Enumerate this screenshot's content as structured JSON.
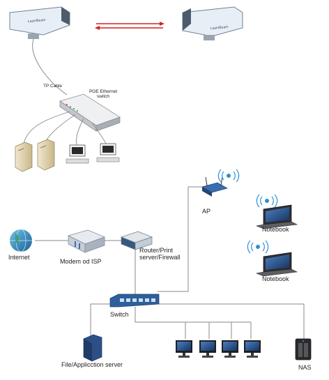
{
  "labels": {
    "tp_cable": "TP Cable",
    "poe_switch_line1": "POE Ethernet",
    "poe_switch_line2": "switch",
    "ap": "AP",
    "notebook_1": "Notebook",
    "notebook_2": "Notebook",
    "internet": "Internet",
    "modem": "Modem od ISP",
    "router_line1": "Router/Print",
    "router_line2": "server/Firewall",
    "switch": "Switch",
    "file_server": "File/Applicction server",
    "nas": "NAS",
    "brand_left": "LaserBeam",
    "brand_right": "LaserBeam"
  },
  "colors": {
    "line": "#8a8a8a",
    "arrow": "#d42020",
    "device_blue": "#3a6cb0",
    "globe": "#2b7fb8"
  }
}
